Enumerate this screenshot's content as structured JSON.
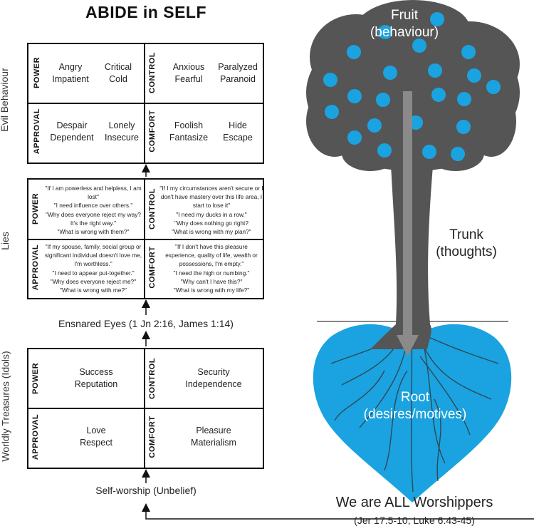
{
  "title": "ABIDE in SELF",
  "side_labels": {
    "evil": "Evil Behaviour",
    "lies": "Lies",
    "treasures": "Worldly Treasures (Idols)"
  },
  "categories": {
    "power": "POWER",
    "control": "CONTROL",
    "approval": "APPROVAL",
    "comfort": "COMFORT"
  },
  "evil_behaviour": {
    "power": [
      "Angry\nImpatient",
      "Critical\nCold"
    ],
    "control": [
      "Anxious\nFearful",
      "Paralyzed\nParanoid"
    ],
    "approval": [
      "Despair\nDependent",
      "Lonely\nInsecure"
    ],
    "comfort": [
      "Foolish\nFantasize",
      "Hide\nEscape"
    ]
  },
  "lies": {
    "power": "\"If I am powerless and helpless, I am lost\"\n\"I need influence over others.\"\n\"Why does everyone reject my way? It's the right way.\"\n\"What is wrong with them?\"",
    "control": "\"If I my circumstances aren't secure or I don't have mastery over this life area, I start to lose it\"\n\"I need my ducks in a row.\"\n\"Why does nothing go right?\n\"What is wrong with my plan?\"",
    "approval": "\"If my spouse, family, social group or significant individual doesn't love me, I'm worthless.\"\n\"I need to appear put-together.\"\n\"Why does everyone reject me?\"\n\"What is wrong with me?\"",
    "comfort": "\"If I don't have this pleasure experience, quality of life, wealth or possessions, I'm empty.\"\n\"I need the high or numbing.\"\n\"Why can't I have this?\"\n\"What is wrong with my life?\""
  },
  "ensnared": "Ensnared Eyes (1 Jn 2:16, James 1:14)",
  "treasures": {
    "power": "Success\nReputation",
    "control": "Security\nIndependence",
    "approval": "Love\nRespect",
    "comfort": "Pleasure\nMaterialism"
  },
  "self_worship": "Self-worship (Unbelief)",
  "tree": {
    "fruit": "Fruit\n(behaviour)",
    "trunk": "Trunk\n(thoughts)",
    "root": "Root\n(desires/motives)"
  },
  "worshippers": {
    "title": "We are ALL Worshippers",
    "ref": "(Jer 17:5-10, Luke 6:43-45)"
  },
  "colors": {
    "accent_blue": "#1aa3e0",
    "tree_dark": "#555555",
    "grid_line": "#111111"
  }
}
